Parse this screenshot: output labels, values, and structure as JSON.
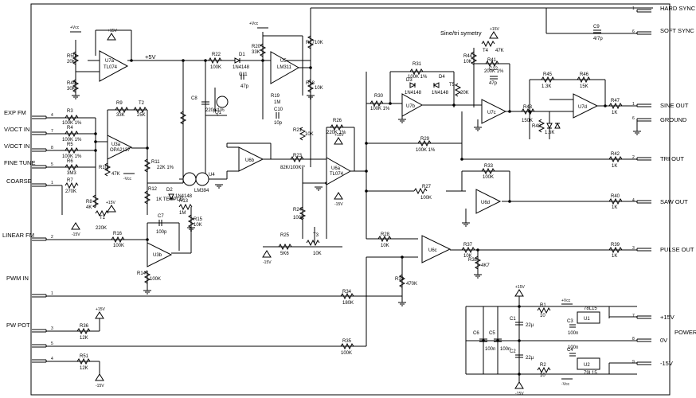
{
  "inputs": [
    {
      "label": "EXP FM",
      "pin": "4"
    },
    {
      "label": "V/OCT IN",
      "pin": "7"
    },
    {
      "label": "V/OCT IN",
      "pin": "8"
    },
    {
      "label": "FINE TUNE",
      "pin": "5"
    },
    {
      "label": "COARSE",
      "pin": "1"
    },
    {
      "label": "LINEAR FM",
      "pin": "2"
    },
    {
      "label": "PWM IN",
      "pin": "1"
    },
    {
      "label": "PW POT",
      "pin": "3"
    },
    {
      "label": "",
      "pin": "5"
    },
    {
      "label": "",
      "pin": "4"
    }
  ],
  "outputs": [
    {
      "label": "HARD SYNC IN",
      "pin": "1"
    },
    {
      "label": "SOFT SYNC IN",
      "pin": "6"
    },
    {
      "label": "SINE OUT",
      "pin": "1"
    },
    {
      "label": "GROUND",
      "pin": "6"
    },
    {
      "label": "TRI OUT",
      "pin": "2"
    },
    {
      "label": "SAW OUT",
      "pin": "4"
    },
    {
      "label": "PULSE OUT",
      "pin": "3"
    },
    {
      "label": "+15V",
      "pin": "7"
    },
    {
      "label": "0V",
      "pin": "8"
    },
    {
      "label": "-15V",
      "pin": "9"
    }
  ],
  "power_supply_label": "POWER SUPPLY",
  "sine_symmetry_label": "Sine/tri symetry",
  "rails": {
    "vcc": "+Vcc",
    "nvcc": "-Vcc",
    "p15": "+15V",
    "m15": "-15V",
    "p5": "+5V"
  },
  "opamps": {
    "u7a": "U7a",
    "u7a_part": "TL074",
    "u3a": "U3a",
    "u3a_part": "OPA2137",
    "u3b": "U3b",
    "u5": "U5",
    "u5_part": "LM311",
    "u6b": "U6b",
    "u6a": "U6a",
    "u6a_part": "TL074",
    "u7b": "U7b",
    "u7c": "U7c",
    "u7d": "U7d",
    "u6d": "U6d",
    "u6c": "U6c",
    "u4": "U4",
    "u4_part": "LM394",
    "u1": "U1",
    "u1_part": "78L15",
    "u2": "U2",
    "u2_part": "79L15"
  },
  "parts": {
    "r3": "R3",
    "r3v": "100K 1%",
    "r4": "R4",
    "r4v": "100K 1%",
    "r5": "R5",
    "r5v": "100K 1%",
    "r6": "R6",
    "r6v": "3M3",
    "r7": "R7",
    "r7v": "270K",
    "r8": "R8",
    "r8v": "4K",
    "t1": "T1",
    "t1v": "220K",
    "r9": "R9",
    "r9v": "33K",
    "t2": "T2",
    "t2v": "25K",
    "r10": "R10",
    "r10v": "47K",
    "r11": "R11",
    "r11v": "22K 1%",
    "r12": "R12",
    "r12v": "1K TEMPCO",
    "r13": "R13",
    "r13v": "1M",
    "r14": "R14",
    "r14v": "100K",
    "r15": "R15",
    "r15v": "10K",
    "r16": "R16",
    "r16v": "100K",
    "r17": "R17",
    "r17v": "10K",
    "r18": "R18",
    "r18v": "10K",
    "r19": "R19",
    "r19v": "1M",
    "r20": "R20",
    "r20v": "33K",
    "r21": "R21",
    "r21v": "10K",
    "r22": "R22",
    "r22v": "100K",
    "r23": "R23",
    "r23v": "82K/100K**",
    "r24": "R24",
    "r24v": "100K",
    "r25": "R25",
    "r25v": "5K6",
    "t3": "T3",
    "t3v": "10K",
    "r26": "R26",
    "r26v": "220K 1%",
    "r27": "R27",
    "r27v": "100K",
    "r28": "R28",
    "r28v": "10K",
    "r29": "R29",
    "r29v": "100K 1%",
    "r30": "R30",
    "r30v": "100K 1%",
    "r31": "R31",
    "r31v": "100K 1%",
    "r32": "R32",
    "r32v": "470K",
    "r33": "R33",
    "r33v": "100K",
    "r34": "R34",
    "r34v": "180K",
    "r35": "R35",
    "r35v": "100K",
    "r36": "R36",
    "r36v": "12K",
    "r37": "R37",
    "r37v": "10K",
    "r38": "R38",
    "r38v": "4K7",
    "r39": "R39",
    "r39v": "1K",
    "r40": "R40",
    "r40v": "1K",
    "r41": "R41",
    "r41v": "200K 1%",
    "r42": "R42",
    "r42v": "1K",
    "r43": "R43",
    "r43v": "150K",
    "r44": "R44",
    "r44v": "10K",
    "r45": "R45",
    "r45v": "1.3K",
    "r46": "R46",
    "r46v": "15K",
    "r47": "R47",
    "r47v": "1K",
    "r48": "R48",
    "r48v": "1.5K",
    "r49": "R49",
    "r49v": "30K",
    "r50": "R50",
    "r50v": "20K",
    "r51": "R51",
    "r51v": "12K",
    "t4": "T4",
    "t4v": "47K",
    "t5": "T5",
    "t5v": "20K",
    "r1": "R1",
    "r1v": "10",
    "r2": "R2",
    "r2v": "10",
    "c1": "C1",
    "c2": "C2",
    "c3": "C3",
    "c4": "C4",
    "c5": "C5",
    "c6": "C6",
    "c7": "C7",
    "c7v": "100p",
    "c8": "C8",
    "c8v": "220p/1%",
    "c9": "C9",
    "c9v": "4/7p",
    "c10": "C10",
    "c10v": "10p",
    "c11": "C11",
    "c11v": "47p",
    "c12": "C12",
    "c12v": "47p",
    "cap22u": "22µ",
    "cap100n": "100n",
    "d1": "D1",
    "d2": "D2",
    "d3": "D3",
    "d4": "D4",
    "dpart": "1N4148",
    "q1": "Q1"
  }
}
